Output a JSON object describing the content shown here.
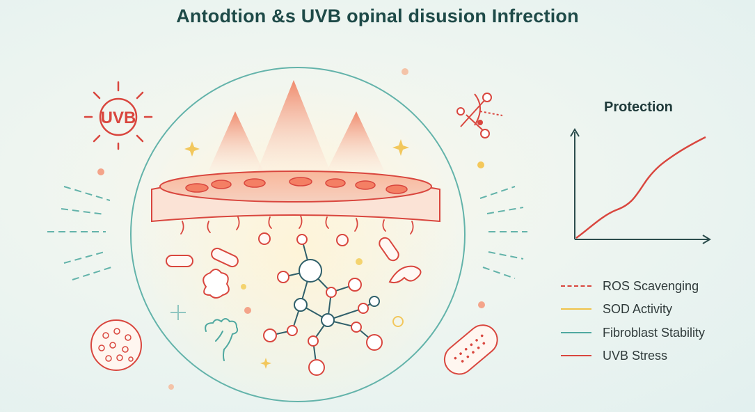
{
  "title": "Antodtion &s UVB opinal disusion Infrection",
  "uvb_label": "UVB",
  "chart": {
    "title": "Protection"
  },
  "legend": [
    {
      "label": "ROS Scavenging",
      "color": "#d9463e",
      "style": "dashed"
    },
    {
      "label": "SOD Activity",
      "color": "#f0c24a",
      "style": "solid"
    },
    {
      "label": "Fibroblast Stability",
      "color": "#4fa8a0",
      "style": "solid"
    },
    {
      "label": "UVB Stress",
      "color": "#d9463e",
      "style": "solid"
    }
  ],
  "colors": {
    "accent_red": "#d9463e",
    "teal": "#4fa8a0",
    "yellow": "#f0c24a",
    "title": "#1e4a48"
  }
}
